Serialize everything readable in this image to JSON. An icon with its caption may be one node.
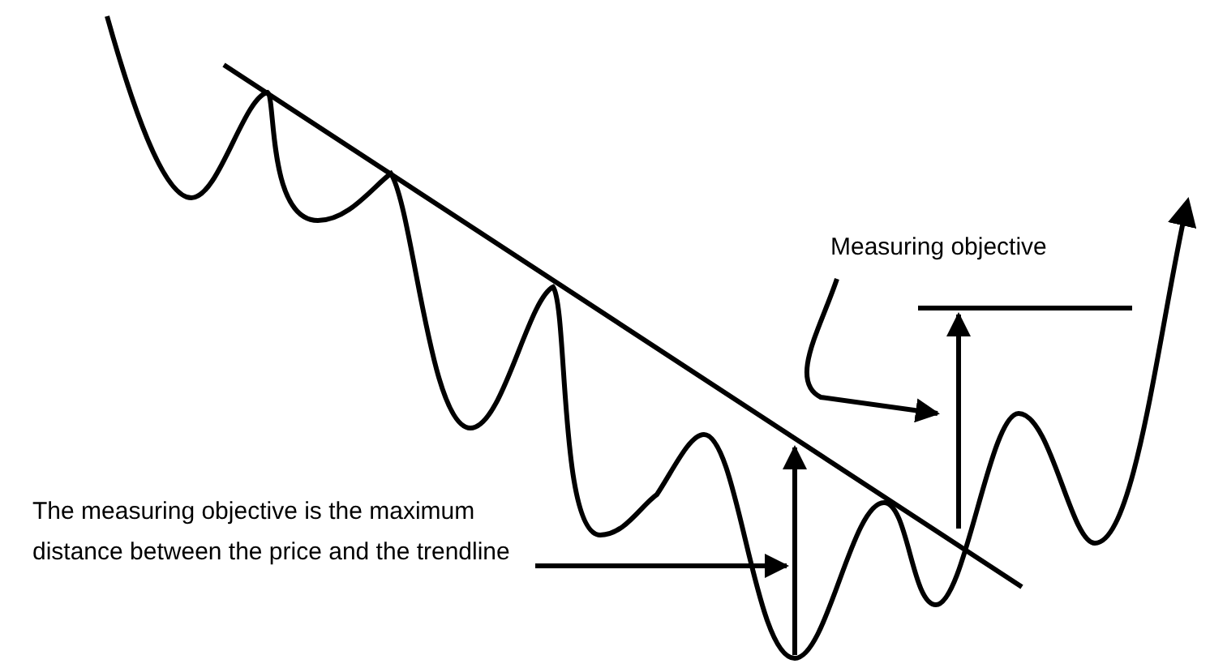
{
  "diagram": {
    "nodes": [
      {
        "text": [
          "Measuring objective"
        ]
      },
      {
        "text": [],
        "shape": "arrow"
      },
      {
        "text": [
          "The measuring objective is the maximum distance between the price and the trendline"
        ]
      },
      {
        "text": [],
        "shape": "arrow"
      }
    ],
    "edges": [
      {
        "from": 0,
        "to": 1,
        "arrow": "to"
      },
      {
        "from": 2,
        "to": 3,
        "arrow": "to"
      }
    ]
  }
}
